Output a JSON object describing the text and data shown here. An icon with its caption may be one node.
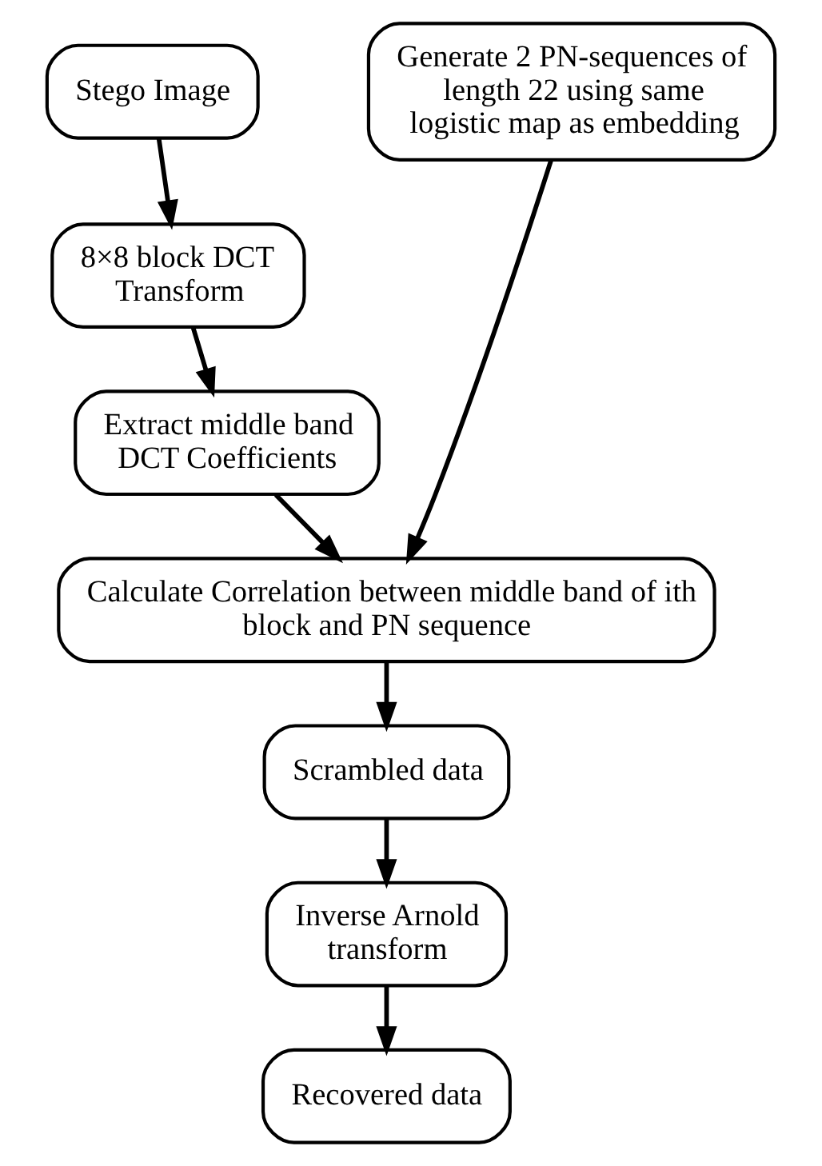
{
  "diagram": {
    "nodes": [
      {
        "text": [
          "Stego Image"
        ]
      },
      {
        "text": [
          "8×8 block DCT Transform"
        ]
      },
      {
        "text": [
          "Extract middle band DCT Coefficients"
        ]
      },
      {
        "text": [
          "Generate 2 PN-sequences of length 22 using same logistic map as embedding"
        ]
      },
      {
        "text": [
          "Calculate Correlation between middle band of ith block and PN sequence"
        ]
      },
      {
        "text": [
          "Scrambled data"
        ]
      },
      {
        "text": [
          "Inverse Arnold transform"
        ]
      },
      {
        "text": [
          "Recovered data"
        ]
      }
    ],
    "edges": [
      {
        "from": 0,
        "to": 1,
        "arrow": "to"
      },
      {
        "from": 1,
        "to": 2,
        "arrow": "to"
      },
      {
        "from": 2,
        "to": 4,
        "arrow": "to"
      },
      {
        "from": 3,
        "to": 4,
        "arrow": "to"
      },
      {
        "from": 4,
        "to": 5,
        "arrow": "to"
      },
      {
        "from": 5,
        "to": 6,
        "arrow": "to"
      },
      {
        "from": 6,
        "to": 7,
        "arrow": "to"
      }
    ]
  }
}
